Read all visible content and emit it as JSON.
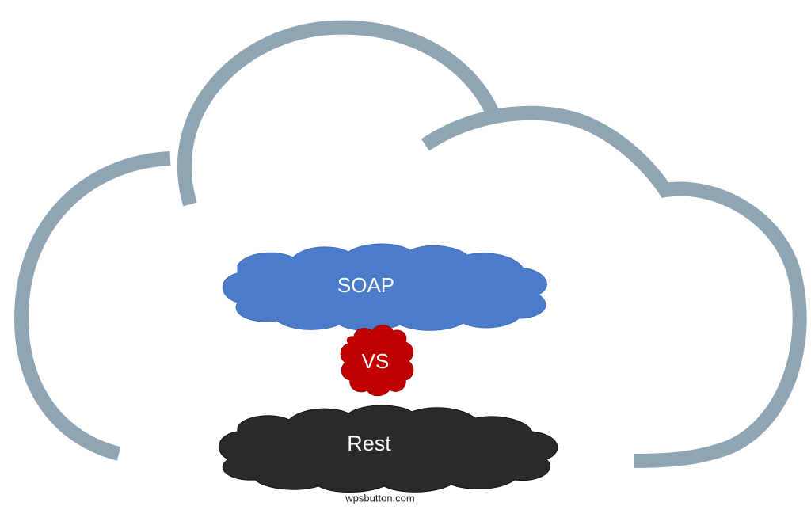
{
  "diagram": {
    "colors": {
      "outline_cloud": "#8fa5b3",
      "soap_cloud": "#4a7cc9",
      "vs_cloud": "#c00000",
      "rest_cloud": "#2a2a2a",
      "label_text": "#ffffff",
      "background": "#ffffff"
    },
    "soap_label": "SOAP",
    "vs_label": "VS",
    "rest_label": "Rest",
    "watermark": "wpsbutton.com"
  }
}
